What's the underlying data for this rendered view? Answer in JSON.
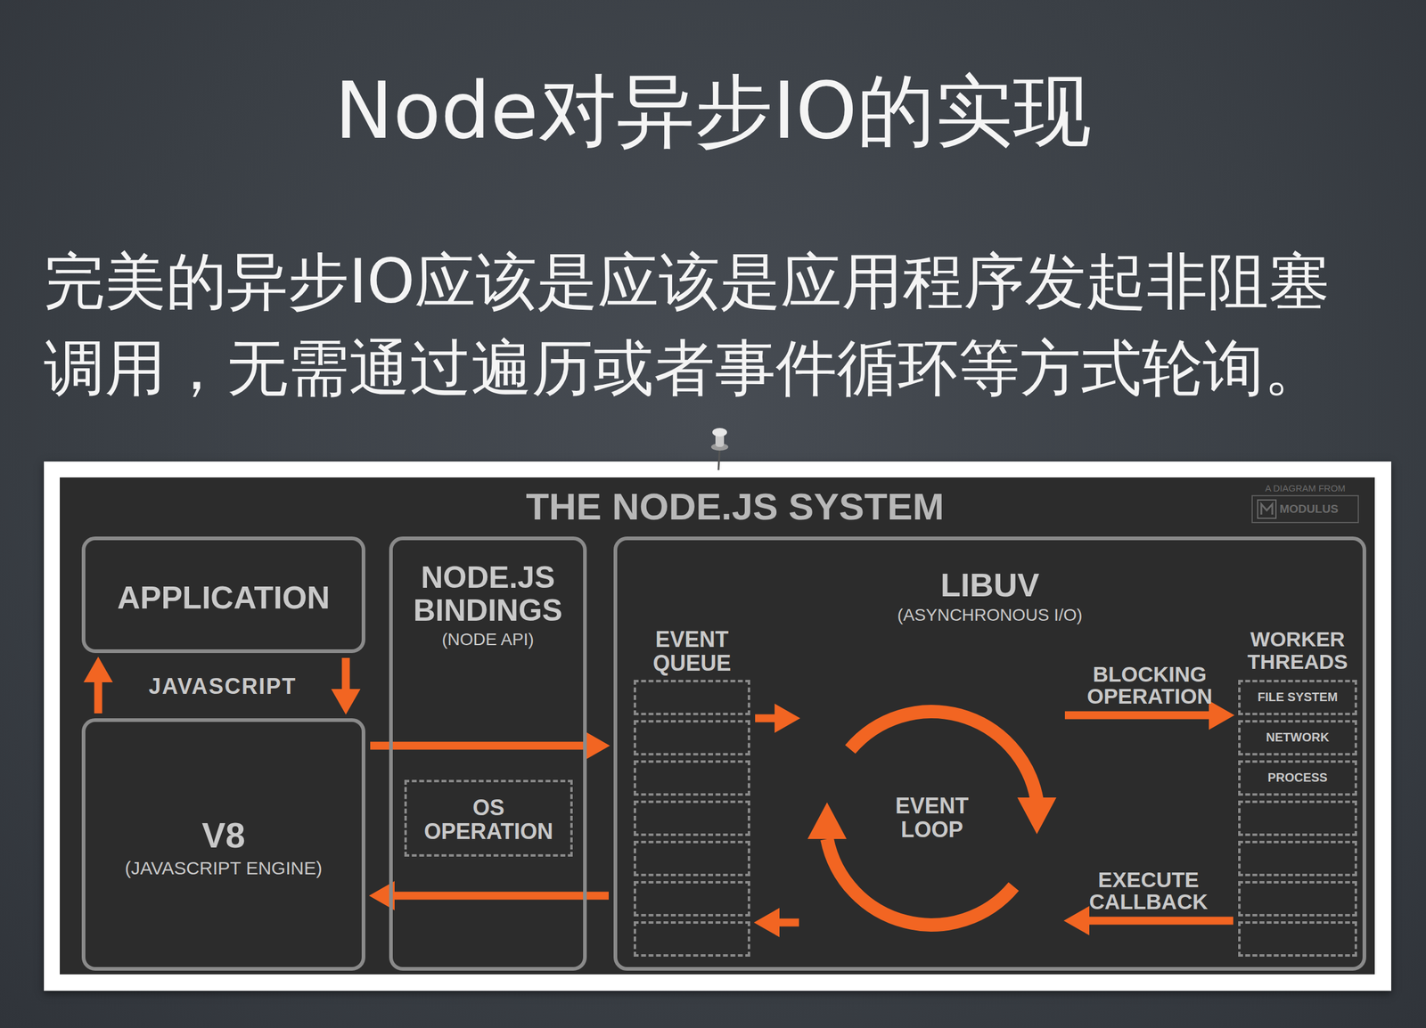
{
  "diagram": {
    "title": "Node对异步IO的实现",
    "nodes": [
      {
        "text": [
          "APPLICATION"
        ]
      },
      {
        "text": [
          "V8",
          "(JAVASCRIPT ENGINE)"
        ]
      },
      {
        "text": [
          "NODE.JS BINDINGS",
          "(NODE API)"
        ]
      },
      {
        "text": [
          "OS OPERATION"
        ],
        "in": 2
      },
      {
        "text": [
          "LIBUV",
          "(ASYNCHRONOUS I/O)"
        ]
      },
      {
        "text": [
          "EVENT QUEUE"
        ],
        "in": 4
      },
      {
        "text": [
          "EVENT LOOP"
        ],
        "in": 4
      },
      {
        "text": [
          "WORKER THREADS"
        ],
        "in": 4
      },
      {
        "text": [
          "FILE SYSTEM"
        ],
        "in": 7
      },
      {
        "text": [
          "NETWORK"
        ],
        "in": 7
      },
      {
        "text": [
          "PROCESS"
        ],
        "in": 7
      }
    ],
    "edges": [
      {
        "from": 1,
        "to": 0,
        "arrow": "to"
      },
      {
        "from": 0,
        "to": 1,
        "arrow": "to"
      },
      {
        "from": 1,
        "to": 4,
        "arrow": "to"
      },
      {
        "from": 4,
        "to": 1,
        "arrow": "to"
      },
      {
        "from": 5,
        "to": 6,
        "arrow": "to"
      },
      {
        "from": 6,
        "to": 7,
        "label": "BLOCKING OPERATION",
        "arrow": "to"
      },
      {
        "from": 7,
        "to": 6,
        "label": "EXECUTE CALLBACK",
        "arrow": "to"
      },
      {
        "from": 6,
        "to": 5,
        "arrow": "to"
      }
    ],
    "labels": [
      "完美的异步IO应该是应该是应用程序发起非阻塞调用，无需通过遍历或者事件循环等方式轮询。",
      "THE NODE.JS SYSTEM",
      "A DIAGRAM FROM",
      "MODULUS",
      "JAVASCRIPT"
    ]
  }
}
